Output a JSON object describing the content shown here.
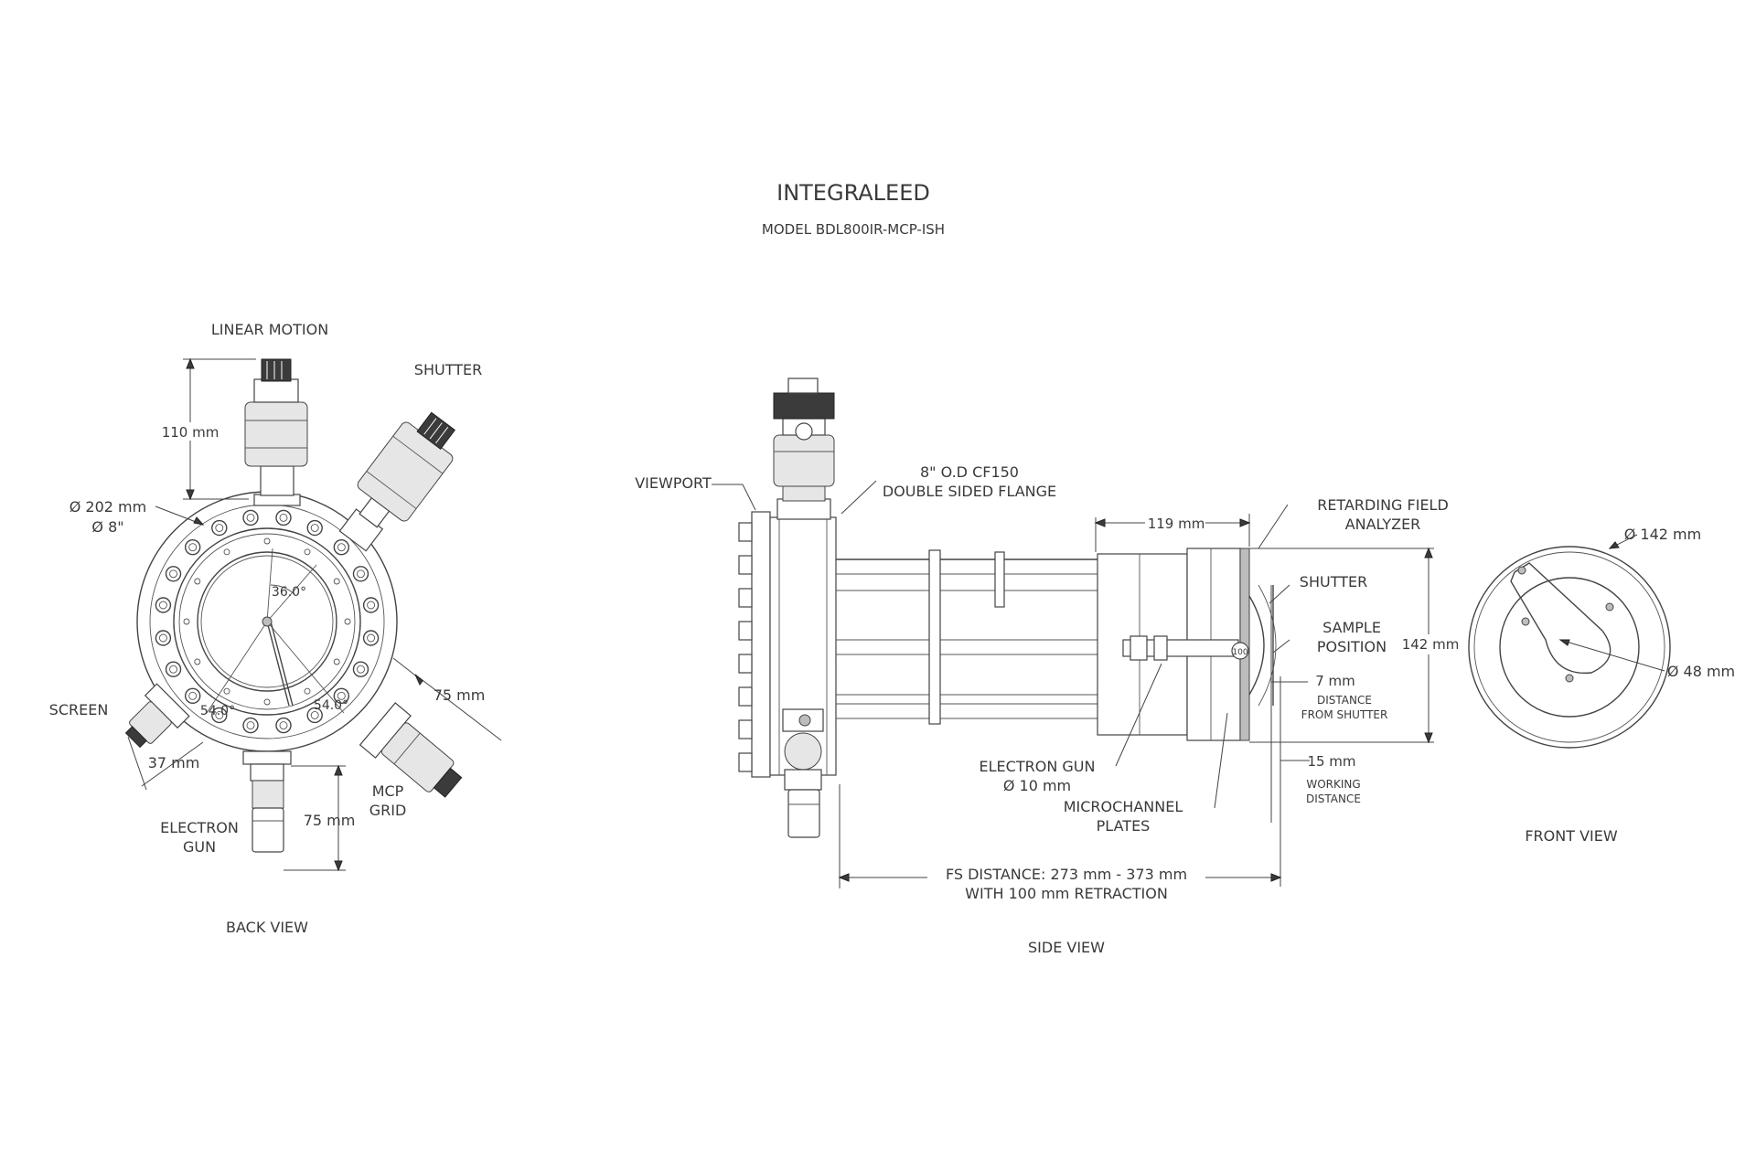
{
  "title": "INTEGRALEED",
  "model": "MODEL BDL800IR-MCP-ISH",
  "back_view": {
    "caption": "BACK VIEW",
    "labels": {
      "linear_motion": "LINEAR MOTION",
      "shutter": "SHUTTER",
      "dia1": "Ø 202 mm",
      "dia2": "Ø 8\"",
      "screen": "SCREEN",
      "electron_gun_1": "ELECTRON",
      "electron_gun_2": "GUN",
      "mcp_1": "MCP",
      "mcp_2": "GRID"
    },
    "dims": {
      "linear_motion_height": "110 mm",
      "right_port": "75 mm",
      "bottom_port": "75 mm",
      "left_port": "37 mm",
      "angle_top": "36.0°",
      "angle_left": "54.0°",
      "angle_right": "54.0°"
    }
  },
  "side_view": {
    "caption": "SIDE VIEW",
    "labels": {
      "viewport": "VIEWPORT",
      "flange_1": "8\" O.D CF150",
      "flange_2": "DOUBLE SIDED FLANGE",
      "rfa_1": "RETARDING FIELD",
      "rfa_2": "ANALYZER",
      "shutter": "SHUTTER",
      "sample_1": "SAMPLE",
      "sample_2": "POSITION",
      "egun_1": "ELECTRON GUN",
      "egun_2": "Ø 10 mm",
      "mcp_1": "MICROCHANNEL",
      "mcp_2": "PLATES",
      "dist_shutter_1": "DISTANCE",
      "dist_shutter_2": "FROM SHUTTER",
      "working_1": "WORKING",
      "working_2": "DISTANCE",
      "fs_1": "FS DISTANCE: 273 mm - 373 mm",
      "fs_2": "WITH 100 mm RETRACTION",
      "sample_mark": "100"
    },
    "dims": {
      "rfa_length": "119 mm",
      "height": "142 mm",
      "shutter_gap": "7 mm",
      "working": "15 mm"
    }
  },
  "front_view": {
    "caption": "FRONT VIEW",
    "dims": {
      "outer": "Ø 142 mm",
      "inner": "Ø 48 mm"
    }
  }
}
